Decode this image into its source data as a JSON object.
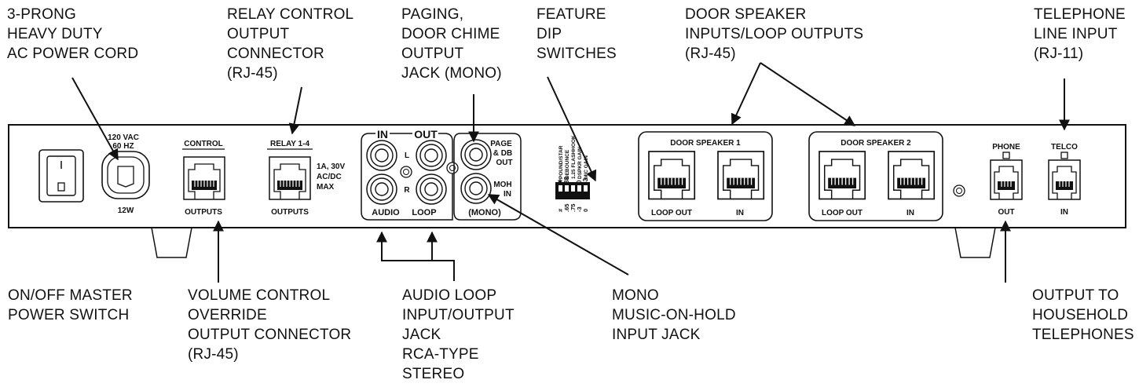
{
  "callouts": {
    "power_cord": "3-PRONG\nHEAVY DUTY\nAC POWER CORD",
    "relay_connector": "RELAY CONTROL\nOUTPUT\nCONNECTOR\n(RJ-45)",
    "paging_jack": "PAGING,\nDOOR CHIME\nOUTPUT\nJACK (MONO)",
    "dip_switches": "FEATURE\nDIP\nSWITCHES",
    "door_speaker": "DOOR SPEAKER\nINPUTS/LOOP OUTPUTS\n(RJ-45)",
    "telephone_line": "TELEPHONE\nLINE INPUT\n(RJ-11)",
    "power_switch": "ON/OFF MASTER\nPOWER SWITCH",
    "volume_override": "VOLUME CONTROL\nOVERRIDE\nOUTPUT CONNECTOR\n(RJ-45)",
    "audio_loop": "AUDIO LOOP\nINPUT/OUTPUT\nJACK\nRCA-TYPE\nSTEREO",
    "moh_jack": "MONO\nMUSIC-ON-HOLD\nINPUT JACK",
    "household_output": "OUTPUT TO\nHOUSEHOLD\nTELEPHONES"
  },
  "panel": {
    "voltage": "120 VAC",
    "frequency": "60 HZ",
    "wattage": "12W",
    "control_top": "CONTROL",
    "control_bottom": "OUTPUTS",
    "relay_top": "RELAY 1-4",
    "relay_bottom": "OUTPUTS",
    "relay_spec_1": "1A, 30V",
    "relay_spec_2": "AC/DC",
    "relay_spec_3": "MAX",
    "audio_in": "IN",
    "audio_out": "OUT",
    "audio_l": "L",
    "audio_r": "R",
    "audio_bottom_left": "AUDIO",
    "audio_bottom_right": "LOOP",
    "page_1": "PAGE",
    "page_2": "& DB",
    "page_3": "OUT",
    "moh_1": "MOH",
    "moh_2": "IN",
    "mono": "(MONO)",
    "dip_top": [
      "POUND/STAR",
      "DEBOUNCE",
      "1.25 FLASHHOOK",
      "DSPKR GAIN",
      "MIC GAIN"
    ],
    "dip_symbols_top": [
      "✱",
      "88",
      "",
      "0",
      "-3"
    ],
    "dip_bottom": [
      "#",
      ".65",
      ".75",
      "-3",
      "0"
    ],
    "ds1_title": "DOOR SPEAKER 1",
    "ds1_left": "LOOP OUT",
    "ds1_right": "IN",
    "ds2_title": "DOOR SPEAKER 2",
    "ds2_left": "LOOP OUT",
    "ds2_right": "IN",
    "phone_top": "PHONE",
    "phone_bottom": "OUT",
    "telco_top": "TELCO",
    "telco_bottom": "IN"
  }
}
